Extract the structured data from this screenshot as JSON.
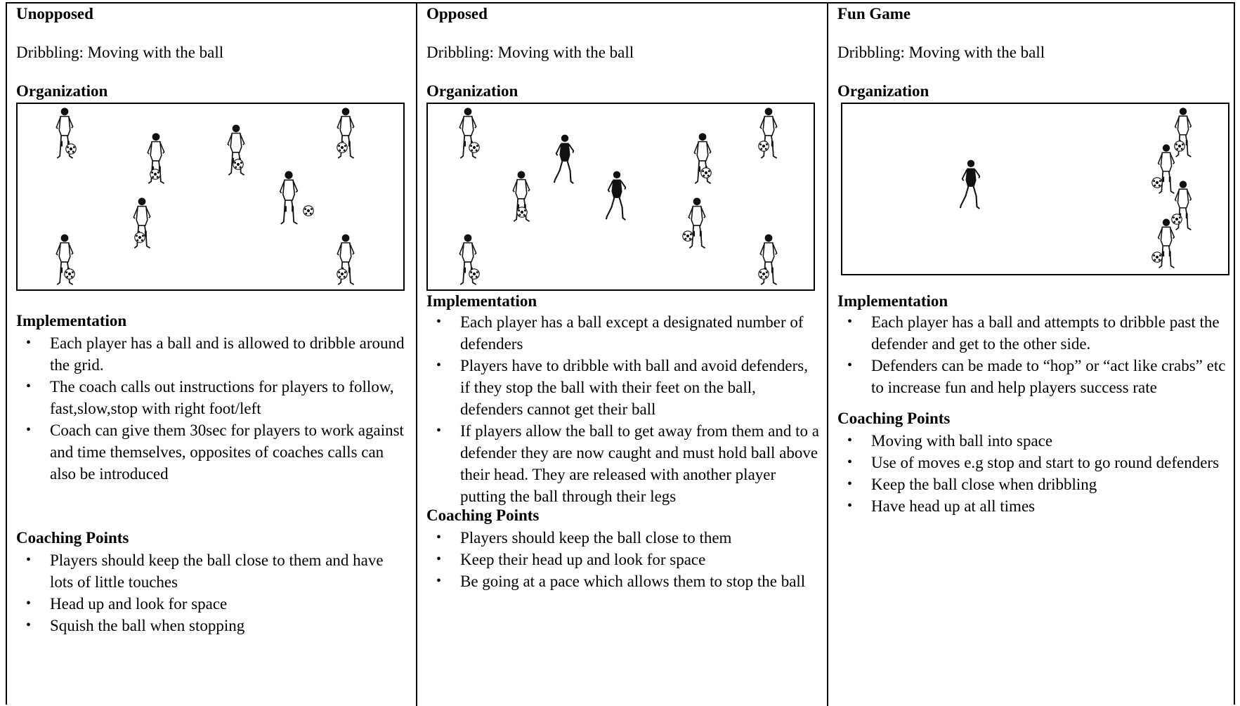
{
  "columns": [
    {
      "heading": "Unopposed",
      "subtitle": "Dribbling: Moving with the ball",
      "organization_label": "Organization",
      "implementation_label": "Implementation",
      "implementation": [
        "Each player has a ball and is allowed to dribble around the grid.",
        "The coach calls out instructions for players to follow, fast,slow,stop with right foot/left",
        "Coach can give them 30sec for players to work against and time themselves, opposites of coaches calls can also be introduced"
      ],
      "coaching_label": "Coaching Points",
      "coaching": [
        "Players should keep the ball close to them and have lots of little touches",
        "Head up and look for space",
        "Squish the ball when stopping"
      ]
    },
    {
      "heading": "Opposed",
      "subtitle": "Dribbling: Moving with the ball",
      "organization_label": "Organization",
      "implementation_label": "Implementation",
      "implementation": [
        "Each player has a ball except a designated number of defenders",
        "Players have to dribble with ball and avoid defenders, if they stop the ball with their feet on the ball, defenders cannot get their ball",
        "If players allow the ball to get away from them and to a defender they are now caught and must hold ball above their head. They are released with another player putting the ball through their legs"
      ],
      "coaching_label": "Coaching Points",
      "coaching": [
        "Players should keep the ball close to them",
        "Keep their head up and look for space",
        "Be going at a pace which allows them to stop the ball"
      ]
    },
    {
      "heading": "Fun Game",
      "subtitle": "Dribbling: Moving with the ball",
      "organization_label": "Organization",
      "implementation_label": "Implementation",
      "implementation": [
        "Each player has a ball and attempts to dribble past the defender and get to the other side.",
        "Defenders can be made to “hop” or  “act like crabs” etc to increase fun and help players success rate"
      ],
      "coaching_label": "Coaching Points",
      "coaching": [
        "Moving with ball into space",
        "Use of moves e.g stop and start to go round defenders",
        "Keep the ball close when dribbling",
        "Have head up at all times"
      ]
    }
  ]
}
